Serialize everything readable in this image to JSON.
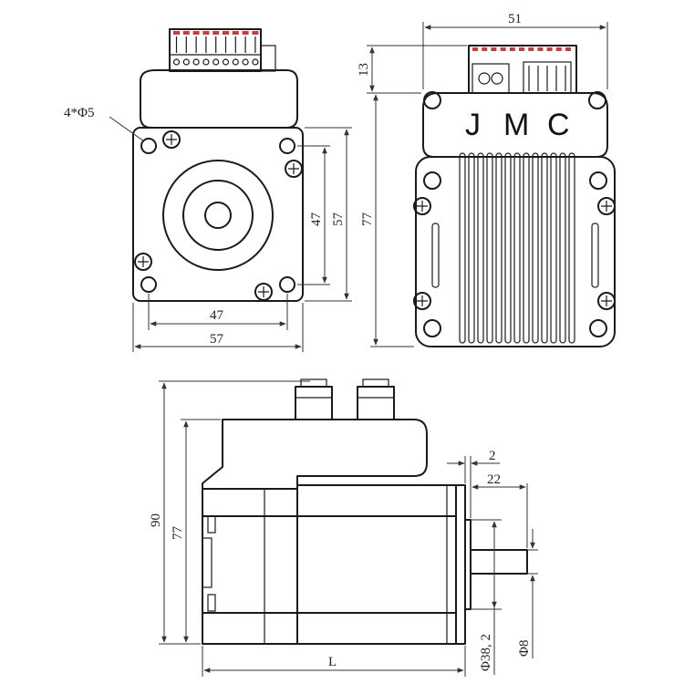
{
  "front_view": {
    "hole_note": "4*Φ5",
    "dim_hole_spacing_h": "47",
    "dim_width_h": "57",
    "dim_hole_spacing_v": "47",
    "dim_width_v": "57"
  },
  "top_view": {
    "dim_width": "51",
    "dim_connector_height": "13",
    "dim_height": "77",
    "brand_letters": [
      "J",
      "M",
      "C"
    ]
  },
  "side_view": {
    "dim_total_height": "90",
    "dim_body_height": "77",
    "dim_boss_depth": "2",
    "dim_shaft_length": "22",
    "dim_boss_diameter": "Φ38, 2",
    "dim_shaft_diameter": "Φ8",
    "dim_length": "L"
  },
  "colors": {
    "line": "#1a1a1a",
    "connector_pins": "#cc3b3b"
  }
}
